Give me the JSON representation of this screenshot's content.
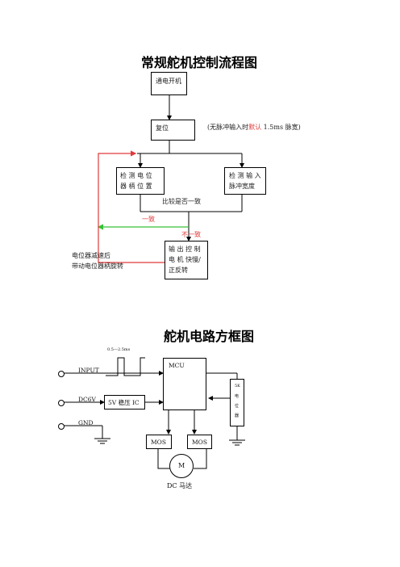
{
  "flowchart": {
    "title": "常规舵机控制流程图",
    "power_on": "通电开机",
    "reset": "复位",
    "reset_note_prefix": "(无脉冲输入时",
    "reset_note_default": "默认",
    "reset_note_suffix": " 1.5ms 脉宽)",
    "detect_pot_line1": "检 测 电 位",
    "detect_pot_line2": "器 柄 位 置",
    "detect_input_line1": "检 测 输 入",
    "detect_input_line2": "脉冲宽度",
    "compare": "比较是否一致",
    "consistent": "一致",
    "inconsistent": "不一致",
    "output_line1": "输 出 控 制",
    "output_line2": "电 机 快慢/",
    "output_line3": "正反转",
    "pot_note_line1": "电位器减速后",
    "pot_note_line2": "带动电位器柄旋转"
  },
  "block_diagram": {
    "title": "舵机电路方框图",
    "pulse_label": "0.5—2.5ms",
    "input": "INPUT",
    "dc6v": "DC6V",
    "gnd": "GND",
    "regulator": "5V 稳压 IC",
    "mcu": "MCU",
    "pot_chars": [
      "5K",
      "电",
      "位",
      "器"
    ],
    "mos_left": "MOS",
    "mos_right": "MOS",
    "motor": "M",
    "motor_label_prefix": "DC",
    "motor_label_suffix": " 马达"
  },
  "colors": {
    "red_line": "#e03a3a",
    "green_line": "#38c038",
    "black": "#000000"
  }
}
